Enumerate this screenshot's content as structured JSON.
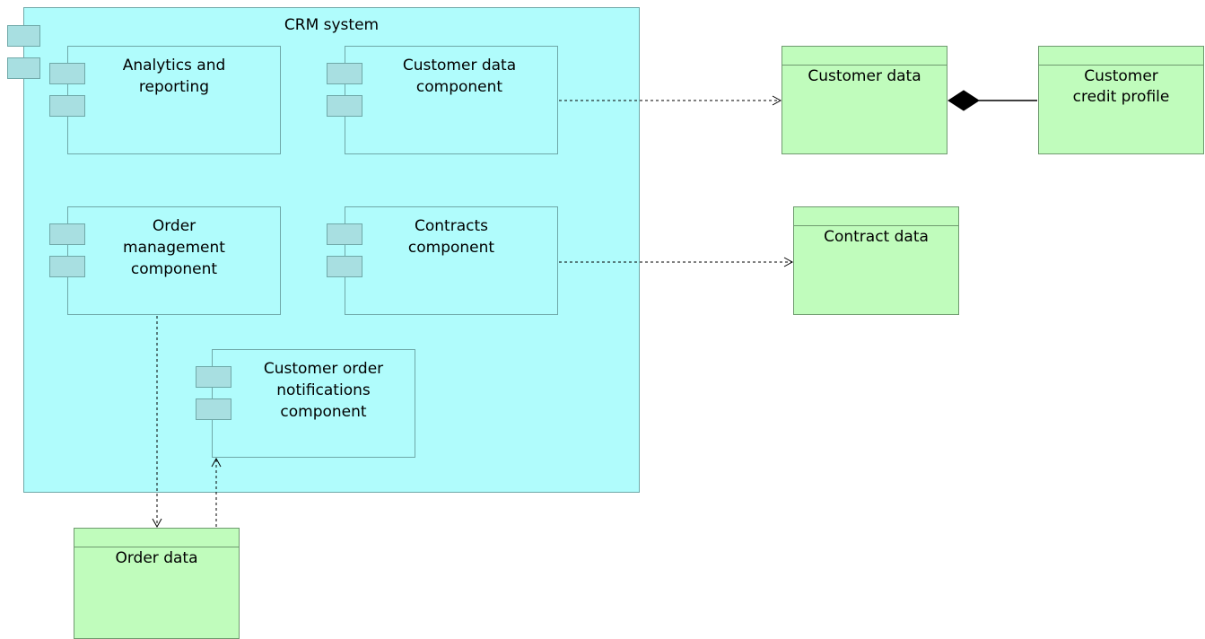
{
  "system": {
    "title": "CRM system"
  },
  "components": {
    "analytics": "Analytics and\nreporting",
    "customer_data": "Customer data\ncomponent",
    "order_management": "Order\nmanagement\ncomponent",
    "contracts": "Contracts\ncomponent",
    "notifications": "Customer order\nnotifications\ncomponent"
  },
  "data_objects": {
    "customer_data": "Customer data",
    "credit_profile": "Customer\ncredit profile",
    "contract_data": "Contract data",
    "order_data": "Order data"
  },
  "colors": {
    "component_fill": "#b0fcfc",
    "component_tab": "#a8dfe1",
    "data_fill": "#c0fcbc",
    "line": "#000000"
  }
}
